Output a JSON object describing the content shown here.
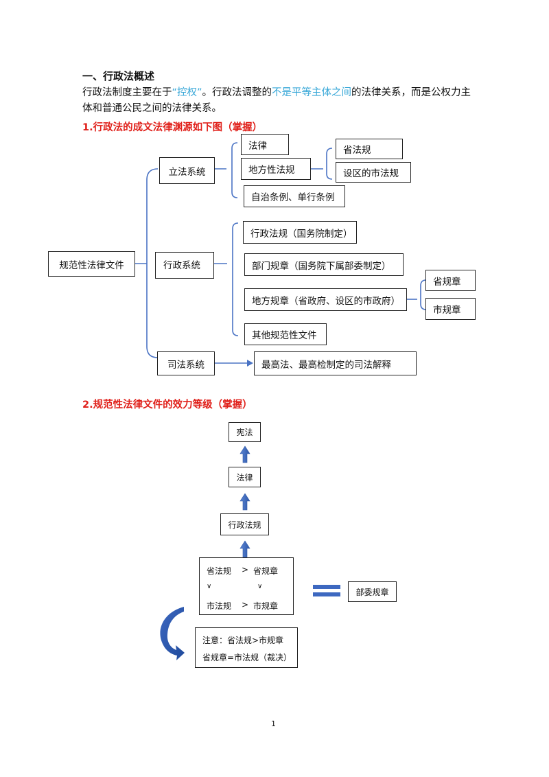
{
  "section1": {
    "title": "一、行政法概述",
    "para_line1": {
      "p1": "行政法制度主要在于",
      "p2": "“控权”",
      "p3": "。行政法调整的",
      "p4": "不是平等主体之间",
      "p5": "的法律关系，而是公权力主"
    },
    "para_line2": "体和普通公民之间的法律关系。"
  },
  "heading1": "1.行政法的成文法律渊源如下图（掌握）",
  "tree": {
    "root": "规范性法律文件",
    "lifa": {
      "label": "立法系统",
      "falv": "法律",
      "difang": "地方性法规",
      "sheng": "省法规",
      "shequ": "设区的市法规",
      "zizhi": "自治条例、单行条例"
    },
    "xingzheng": {
      "label": "行政系统",
      "fagui": "行政法规（国务院制定）",
      "bumen": "部门规章（国务院下属部委制定）",
      "difang": "地方规章（省政府、设区的市政府）",
      "shengguizhang": "省规章",
      "shiguizhang": "市规章",
      "qita": "其他规范性文件"
    },
    "sifa": {
      "label": "司法系统",
      "jieshi": "最高法、最高检制定的司法解释"
    }
  },
  "heading2": "2.规范性法律文件的效力等级（掌握）",
  "hierarchy": {
    "xianfa": "宪法",
    "falv": "法律",
    "xingzhengfagui": "行政法规",
    "grid": {
      "a": "省法规",
      "gt1": ">",
      "b": "省规章",
      "v1": "∨",
      "v2": "∨",
      "c": "市法规",
      "gt2": ">",
      "d": "市规章"
    },
    "buwei": "部委规章",
    "note": {
      "line1": "注意：省法规>市规章",
      "line2": "省规章=市法规（裁决）"
    }
  },
  "page_number": "1",
  "colors": {
    "accent": "#3aa8d8",
    "heading": "#e0201a",
    "bracket": "#4a73c4",
    "arrow": "#3d68c0"
  }
}
